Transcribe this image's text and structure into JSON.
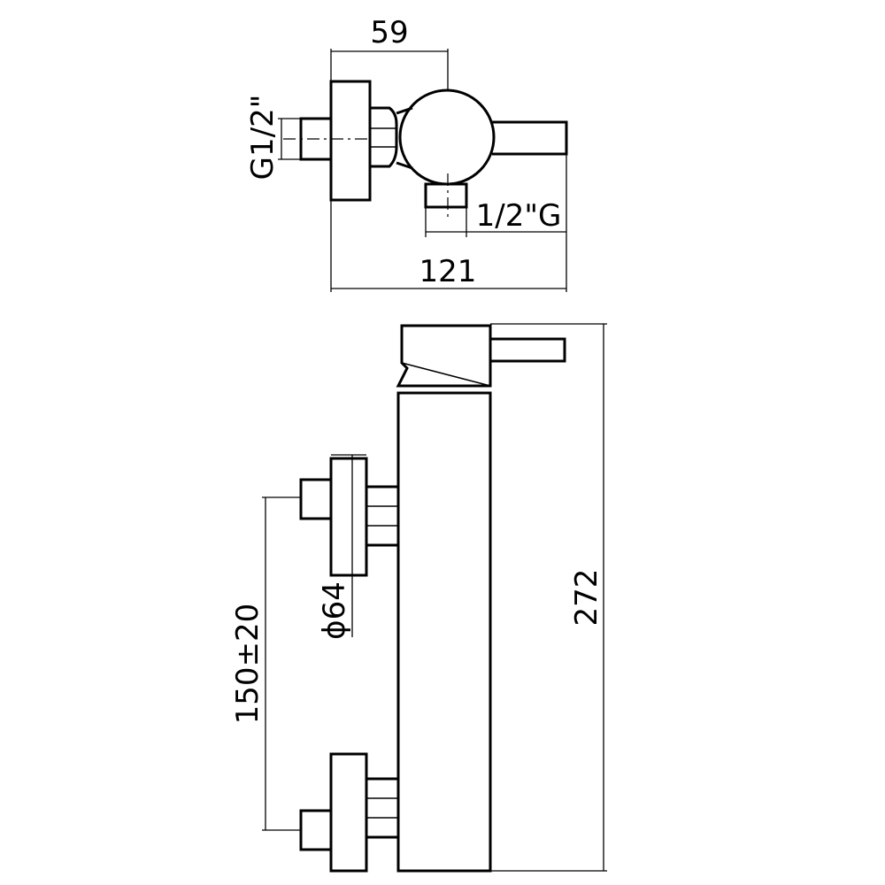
{
  "dimensions": {
    "width_top": "59",
    "thread_left": "G1/2\"",
    "thread_bottom": "1/2\"G",
    "total_depth": "121",
    "total_height": "272",
    "flange_diameter": "ϕ64",
    "inlet_spacing": "150±20"
  }
}
